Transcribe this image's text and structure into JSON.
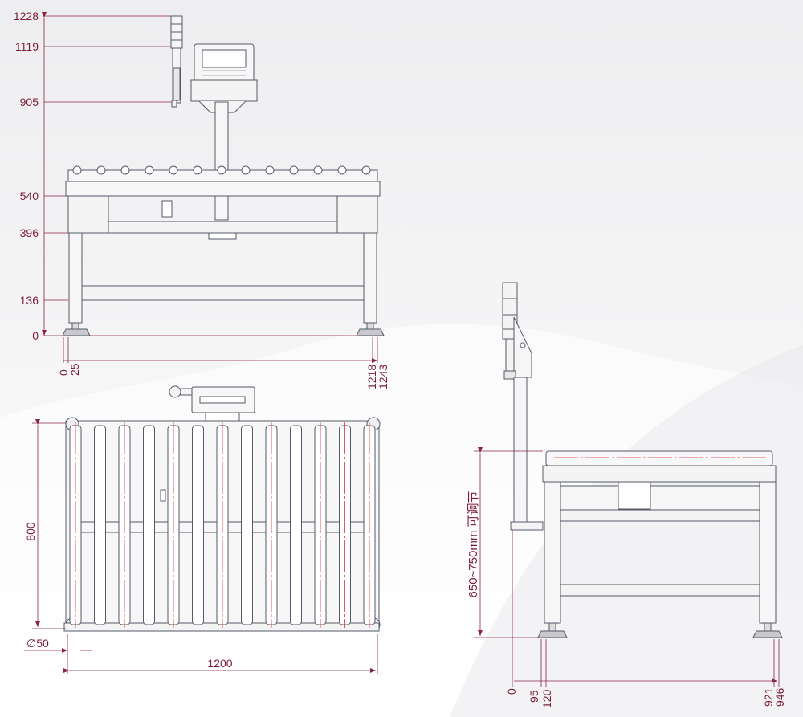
{
  "colors": {
    "dimension": "#8a2447",
    "outline": "#555a66",
    "roller_centerline": "#e0303a",
    "background": "#f2f2f4"
  },
  "front_view": {
    "height_marks": [
      "1228",
      "1119",
      "905",
      "540",
      "396",
      "136",
      "0"
    ],
    "width_marks": [
      "0",
      "25",
      "1218",
      "1243"
    ]
  },
  "top_view": {
    "depth_label": "800",
    "roller_diameter_label": "∅50",
    "length_label": "1200",
    "roller_count": 13
  },
  "side_view": {
    "adjust_range_label": "650~750mm 可调节",
    "bottom_marks": [
      "0",
      "95",
      "120",
      "921",
      "946"
    ]
  }
}
